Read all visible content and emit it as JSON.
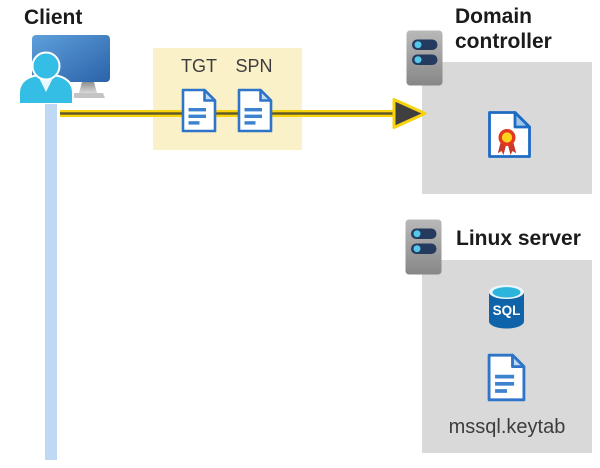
{
  "client": {
    "title": "Client",
    "icon": "person-at-computer-icon"
  },
  "token_box": {
    "items": [
      {
        "label": "TGT",
        "icon": "document-icon"
      },
      {
        "label": "SPN",
        "icon": "document-icon"
      }
    ]
  },
  "domain_controller": {
    "title": "Domain controller",
    "icons": [
      "server-icon",
      "certificate-icon"
    ]
  },
  "linux_server": {
    "title": "Linux server",
    "sql_label": "SQL",
    "keytab_label": "mssql.keytab",
    "icons": [
      "server-icon",
      "sql-database-icon",
      "document-icon"
    ]
  },
  "colors": {
    "token_box_yellow": "#FBF1C9",
    "arrow_yellow": "#F8D20B",
    "arrow_core": "#5E5729",
    "arrowhead_gray": "#3F3F3F",
    "panel_gray": "#D9D9D9",
    "client_line_blue": "#BFD9F5",
    "doc_icon_blue": "#2E74C8",
    "sql_body_blue": "#0F63A8",
    "sql_top_cyan": "#2CB5DC",
    "server_bar_navy": "#243A5E",
    "server_dot_cyan": "#54C8EB",
    "cert_seal_red": "#E2391D",
    "cert_seal_yellow": "#FFD21F",
    "person_cyan": "#35BEE5",
    "monitor_blue": "#3C7CC0",
    "title_text": "#1B1B1B",
    "label_text": "#3D3D3D"
  }
}
